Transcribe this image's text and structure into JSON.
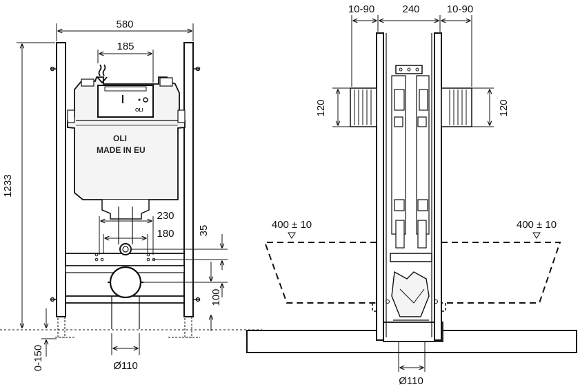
{
  "front_view": {
    "width_label": "580",
    "flush_plate_label": "185",
    "brand_label": "OLI",
    "made_in_label": "MADE IN EU",
    "plate_brand_label": "OLI",
    "height_label": "1233",
    "adjust_label": "0-150",
    "fixing_outer_label": "230",
    "fixing_inner_label": "180",
    "drain_offset_label": "35",
    "drain_height_label": "100",
    "pipe_label": "Ø110"
  },
  "side_view": {
    "left_gap_label": "10-90",
    "body_depth_label": "240",
    "right_gap_label": "10-90",
    "left_foot_label": "120",
    "right_foot_label": "120",
    "left_bowl_label": "400 ± 10",
    "right_bowl_label": "400 ± 10",
    "pipe_label": "Ø110"
  },
  "colors": {
    "line": "#111111",
    "tank_fill": "#f4f4f4",
    "frame_fill": "#ffffff"
  }
}
